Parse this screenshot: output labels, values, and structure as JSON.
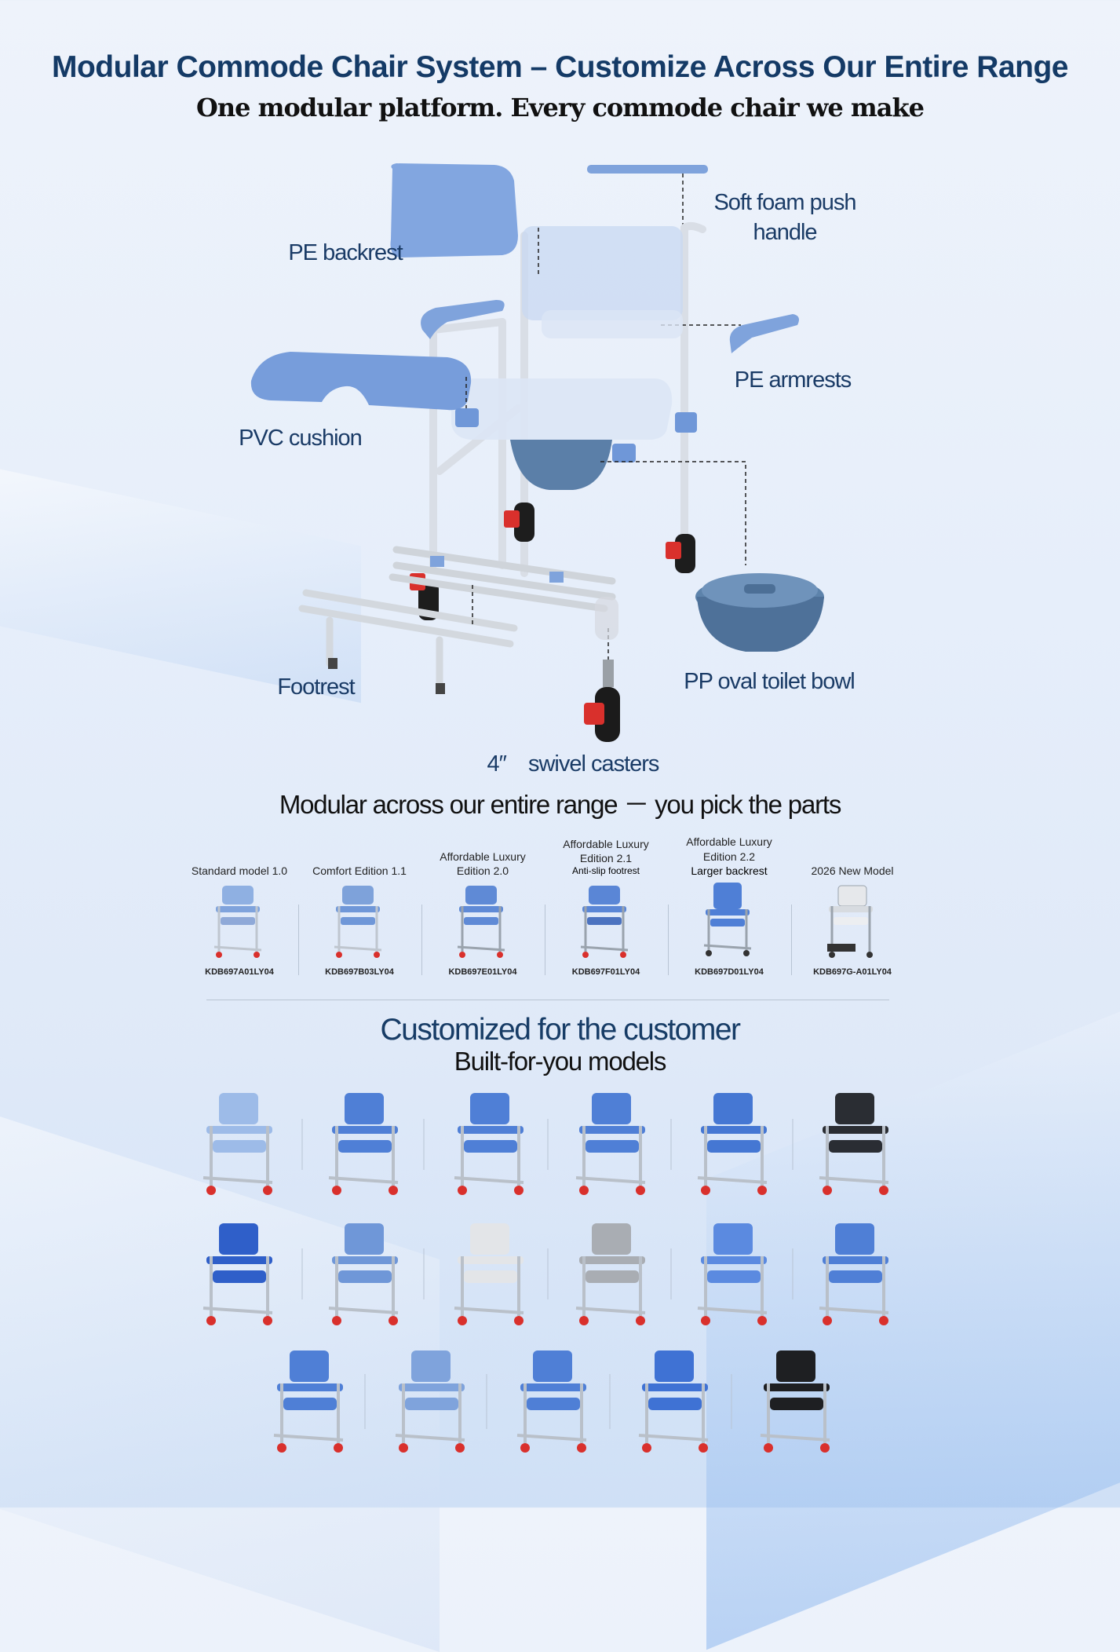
{
  "header": {
    "title": "Modular Commode Chair System – Customize Across Our Entire Range",
    "subtitle": "One modular platform. Every commode chair we make"
  },
  "parts": {
    "push_handle": "Soft foam push handle",
    "backrest": "PE backrest",
    "armrests": "PE armrests",
    "cushion": "PVC cushion",
    "footrest": "Footrest",
    "bowl": "PP oval toilet bowl",
    "casters": "4″　swivel casters"
  },
  "colors": {
    "title": "#143a66",
    "chair_blue": "#6f97d8",
    "frame": "#cfd6e0",
    "caster_red": "#d9302c"
  },
  "range": {
    "title": "Modular across our entire range －  you pick the parts",
    "models": [
      {
        "name": "Standard model 1.0",
        "extra": "",
        "code": "KDB697A01LY04"
      },
      {
        "name": "Comfort Edition 1.1",
        "extra": "",
        "code": "KDB697B03LY04"
      },
      {
        "name": "Affordable Luxury Edition 2.0",
        "extra": "",
        "code": "KDB697E01LY04"
      },
      {
        "name": "Affordable Luxury Edition 2.1",
        "extra": "Anti-slip footrest",
        "code": "KDB697F01LY04"
      },
      {
        "name": "Affordable Luxury Edition 2.2",
        "extra": "Larger backrest",
        "code": "KDB697D01LY04"
      },
      {
        "name": "2026 New Model",
        "extra": "",
        "code": "KDB697G-A01LY04"
      }
    ]
  },
  "custom": {
    "title": "Customized for the customer",
    "subtitle": "Built-for-you models"
  }
}
